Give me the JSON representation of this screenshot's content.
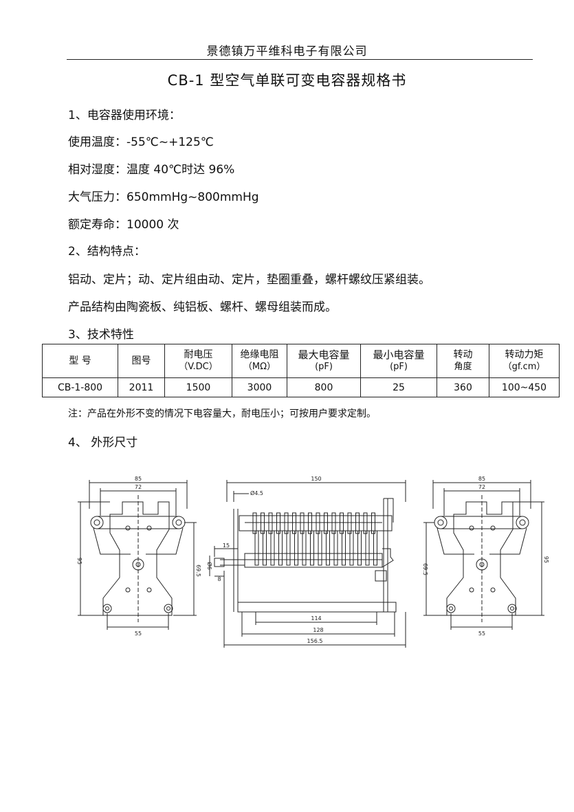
{
  "header": {
    "company": "景德镇万平维科电子有限公司",
    "title": "CB-1 型空气单联可变电容器规格书"
  },
  "sections": {
    "env_heading": "1、电容器使用环境：",
    "temperature": "使用温度：-55℃~+125℃",
    "humidity": "相对湿度：温度 40℃时达 96%",
    "pressure": "大气压力：650mmHg~800mmHg",
    "life": "额定寿命：10000 次",
    "structure_heading": "2、结构特点：",
    "structure_1": "铝动、定片；动、定片组由动、定片，垫圈重叠，螺杆螺纹压紧组装。",
    "structure_2": "产品结构由陶瓷板、纯铝板、螺杆、螺母组装而成。",
    "tech_heading": "3、技术特性",
    "dimension_heading": "4、  外形尺寸"
  },
  "table": {
    "headers": [
      {
        "main": "型   号",
        "sub": ""
      },
      {
        "main": "图号",
        "sub": ""
      },
      {
        "main": "耐电压",
        "sub": "（V.DC）"
      },
      {
        "main": "绝缘电阻",
        "sub": "（MΩ）"
      },
      {
        "main": "最大电容量",
        "sub": "(pF)"
      },
      {
        "main": "最小电容量",
        "sub": "(pF)"
      },
      {
        "main": "转动",
        "sub": "角度"
      },
      {
        "main": "转动力矩",
        "sub": "（gf.cm）"
      }
    ],
    "row": [
      "CB-1-800",
      "2011",
      "1500",
      "3000",
      "800",
      "25",
      "360",
      "100~450"
    ]
  },
  "note": "注：产品在外形不变的情况下电容量大，耐电压小；可按用户要求定制。",
  "drawing": {
    "left": {
      "w85": "85",
      "w72": "72",
      "h95": "95",
      "h695": "69.5",
      "b55": "55"
    },
    "center": {
      "l150": "150",
      "d45": "Ø4.5",
      "s15": "15",
      "d6": "Ø6",
      "s8": "8",
      "l114": "114",
      "l128": "128",
      "l1565": "156.5"
    },
    "right": {
      "w85": "85",
      "w72": "72",
      "h695": "69.5",
      "h95": "95",
      "b55": "55"
    }
  }
}
